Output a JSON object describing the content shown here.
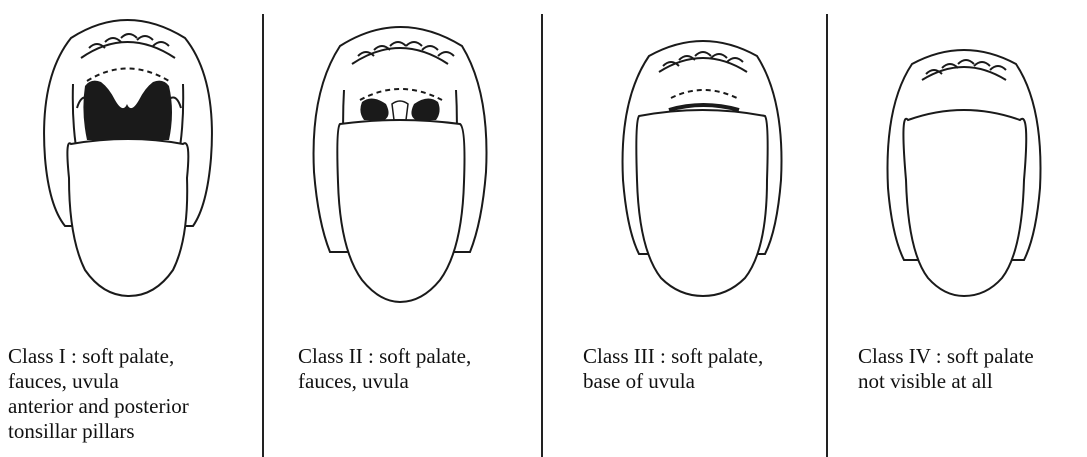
{
  "panels": [
    {
      "class_id": "class-1",
      "caption_lines": [
        "Class I : soft palate,",
        "fauces, uvula",
        "anterior and posterior",
        "tonsillar pillars"
      ]
    },
    {
      "class_id": "class-2",
      "caption_lines": [
        "Class II : soft palate,",
        "fauces, uvula"
      ]
    },
    {
      "class_id": "class-3",
      "caption_lines": [
        "Class III : soft palate,",
        "base of uvula"
      ]
    },
    {
      "class_id": "class-4",
      "caption_lines": [
        "Class IV : soft palate",
        "not visible at all"
      ]
    }
  ],
  "colors": {
    "ink": "#1a1a1a",
    "background": "#ffffff",
    "bleed_through": "#d8d8d8"
  }
}
